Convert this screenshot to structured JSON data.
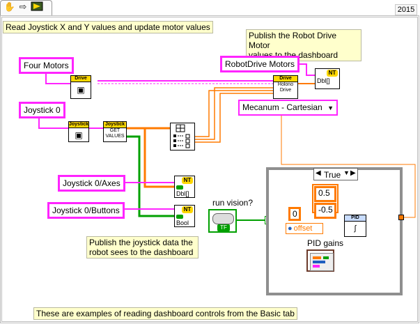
{
  "year": "2015",
  "toolbar": {
    "hand_icon": "hand-icon",
    "arrow_icon": "arrow-icon",
    "run_icon": "run-icon"
  },
  "notes": {
    "read_joystick": "Read Joystick X and Y values and update motor values",
    "publish_robot_drive_line1": "Publish the Robot Drive Motor",
    "publish_robot_drive_line2": "values to the dashboard",
    "publish_joystick_line1": "Publish the joystick data the",
    "publish_joystick_line2": "robot sees to the dashboard",
    "dashboard_examples": "These are examples of reading dashboard controls from the Basic tab"
  },
  "controls": {
    "four_motors": "Four Motors",
    "robotdrive_motors": "RobotDrive Motors",
    "joystick0": "Joystick 0",
    "joystick0_axes": "Joystick 0/Axes",
    "joystick0_buttons": "Joystick 0/Buttons"
  },
  "nodes": {
    "drive_bar": "Drive",
    "drive_holonomic_bar": "Drive",
    "drive_holonomic_body": "Holono Drive",
    "joystick_bar": "Joystick",
    "joystick_get_bar": "Joystick",
    "joystick_get_body": "GET VALUES",
    "nt": "NT",
    "nt_dbl": "Dbl[]",
    "nt_bool": "Bool",
    "pid_bar": "PID"
  },
  "mecanum": {
    "value": "Mecanum - Cartesian"
  },
  "run_vision": {
    "label": "run vision?",
    "tf": "TF",
    "question": "?"
  },
  "case_structure": {
    "selector": "True"
  },
  "constants": {
    "array_values": [
      "0.5",
      "-0.5"
    ],
    "zero": "0",
    "offset": "offset"
  },
  "pid": {
    "label": "PID gains"
  },
  "colors": {
    "control_border": "#ff24ff",
    "note_bg": "#ffffcc",
    "vi_bar": "#ffd800",
    "wire_orange": "#ff7a00",
    "wire_pink": "#ff24ff",
    "wire_green": "#00a000"
  }
}
